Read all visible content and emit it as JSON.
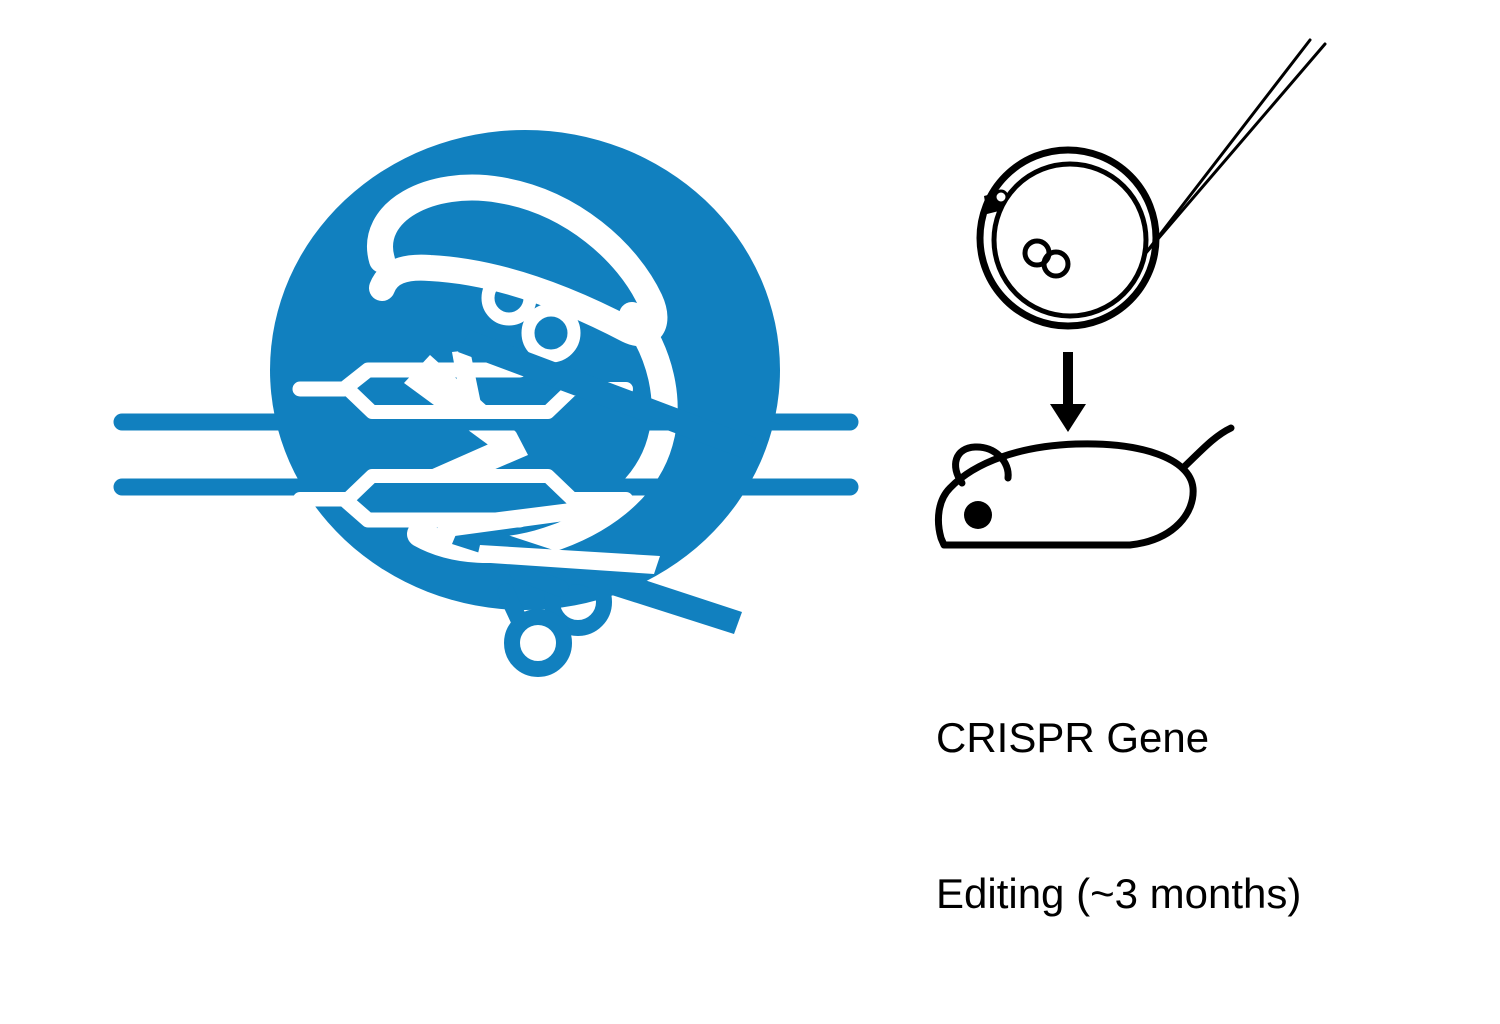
{
  "figure": {
    "title": "CRISPR gene editing workflow illustration",
    "background_color": "#ffffff"
  },
  "colors": {
    "crispr_blue": "#1180BF",
    "ink_black": "#000000",
    "white": "#ffffff"
  },
  "left_panel": {
    "name": "CRISPR-Cas9 logo",
    "description": "Blue ellipse representing Cas9 protein with white guide RNA loop, white scissors and two blue DNA strands crossing horizontally",
    "elements": {
      "cas9_blob_label": "Cas9 protein",
      "guide_rna_label": "guide RNA",
      "scissors_label": "scissors",
      "dna_strand_upper_label": "DNA strand (upper)",
      "dna_strand_lower_label": "DNA strand (lower)"
    }
  },
  "right_panel": {
    "embryo": {
      "label": "Zygote with pronuclei",
      "pronuclei_count": 2,
      "holding_pipette_label": "holding pipette",
      "micropipette_label": "injection micropipette"
    },
    "arrow": {
      "label": "leads to",
      "direction": "down"
    },
    "mouse": {
      "label": "Genetically edited mouse"
    }
  },
  "caption": {
    "line1": "CRISPR Gene",
    "line2": "Editing (~3 months)",
    "duration_text": "~3 months"
  }
}
